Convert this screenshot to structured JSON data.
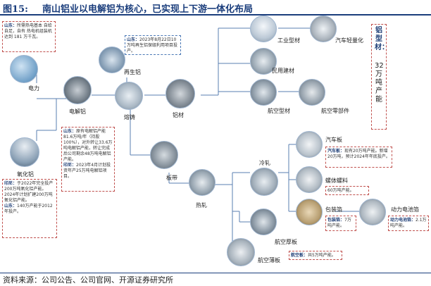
{
  "header": {
    "figure_no": "图15:",
    "title": "南山铝业以电解铝为核心，已实现上下游一体化布局"
  },
  "nodes": {
    "electric": "电力",
    "alumina": "氧化铝",
    "electrolytic": "电解铝",
    "recycled": "再生铝",
    "casting": "熔铸",
    "profile": "铝材",
    "industrial": "工业型材",
    "auto_lightweight": "汽车轻量化",
    "civil": "民用建材",
    "aero_profile": "航空型材",
    "aero_parts": "航空零部件",
    "strip": "板带",
    "hot_roll": "热轧",
    "cold_roll": "冷轧",
    "auto_sheet": "汽车板",
    "screw_coil": "螺体螺料",
    "foil": "包装箔",
    "battery_foil": "动力电池箔",
    "aero_thick": "航空厚板",
    "aero_sheet": "航空薄板"
  },
  "notes": {
    "power": {
      "k": "山东：",
      "t": "所需热电基本 自给自足，自有 热电机组装机达到 181 万千瓦。"
    },
    "recycled": {
      "k": "山东：",
      "t": "2023年8月22日10万吨再生铝保级利用项目投产。"
    },
    "electrolytic_1_k": "山东：",
    "electrolytic_1_t": "原有电解铝产能81.6万吨/年（持股100%），对外转让33.6万吨电解铝产能，转让完成后公司剩余48万吨电解铝产能。",
    "electrolytic_2_k": "印尼：",
    "electrolytic_2_t": "2023年4月计划投资年产25万吨电解铝项目。",
    "alumina_1_k": "印尼：",
    "alumina_1_t": "于2022年完全投产200万吨氧化铝产能。2024年计划扩建200万吨氧化铝产能。",
    "alumina_2_k": "山东：",
    "alumina_2_t": "140万产能于2012年投产。",
    "auto_sheet_k": "汽车板：",
    "auto_sheet_t": "现有20万吨产能。新增20万吨，预计2024年年底投产。",
    "coil_t": "60万吨产能。",
    "foil_k": "包装箔：",
    "foil_t": "7万吨产能。",
    "battery_k": "动力电池箔：",
    "battery_t": "2.1万吨产能。",
    "aero_k": "航空板：",
    "aero_t": "共5万吨产能。",
    "side_k": "铝型材：",
    "side_t": "32万吨产能"
  },
  "source": "资料来源：公司公告、公司官网、开源证券研究所",
  "colors": {
    "title": "#1a3d7c",
    "line": "#5a7fb0",
    "note_border": "#c0504d"
  }
}
